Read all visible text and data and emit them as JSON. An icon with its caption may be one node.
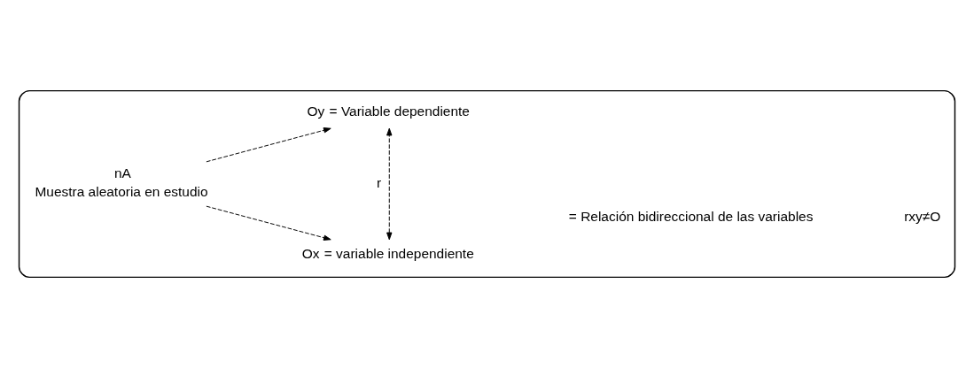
{
  "diagram": {
    "nodes": [
      {
        "text": [],
        "shape": "box"
      },
      {
        "text": [
          "nA"
        ],
        "beside": [
          "Muestra aleatoria en estudio"
        ],
        "in": 0
      },
      {
        "text": [
          "Ox"
        ],
        "beside": [
          "= variable independiente"
        ],
        "in": 0
      },
      {
        "text": [
          "Oy"
        ],
        "beside": [
          "= Variable dependiente"
        ],
        "in": 0
      }
    ],
    "edges": [
      {
        "from": 1,
        "to": 2,
        "arrow": "to",
        "style": "dashed"
      },
      {
        "from": 1,
        "to": 3,
        "arrow": "to",
        "style": "dashed"
      },
      {
        "from": 2,
        "to": 3,
        "arrow": "both",
        "style": "dashed",
        "label": "r"
      }
    ],
    "labels": [
      "= Relación bidireccional de las variables",
      "rxy≠O"
    ]
  }
}
